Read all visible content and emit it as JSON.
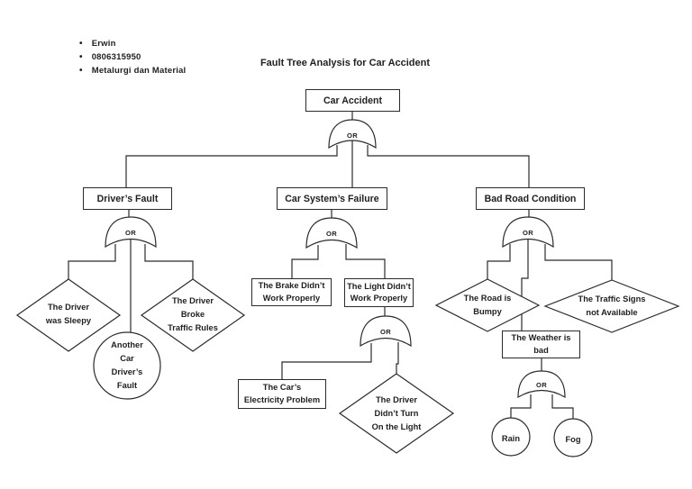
{
  "page": {
    "bullets": [
      "Erwin",
      "0806315950",
      "Metalurgi dan Material"
    ],
    "title": "Fault Tree Analysis for Car Accident",
    "bullet_glyph": "•"
  },
  "gate_label": "OR",
  "nodes": {
    "car_accident": "Car Accident",
    "drivers_fault": "Driver’s Fault",
    "car_system_failure": "Car System’s Failure",
    "bad_road_condition": "Bad Road Condition",
    "driver_sleepy": "The Driver\nwas Sleepy",
    "driver_broke_rules": "The Driver\nBroke\nTraffic Rules",
    "another_car": "Another\nCar\nDriver’s\nFault",
    "brake_failure": "The Brake Didn’t\nWork Properly",
    "light_failure": "The Light Didn’t\nWork Properly",
    "electricity_problem": "The Car’s\nElectricity Problem",
    "driver_no_light": "The Driver\nDidn’t Turn\nOn the Light",
    "road_bumpy": "The Road is\nBumpy",
    "traffic_signs": "The Traffic Signs\nnot Available",
    "weather_bad": "The Weather is\nbad",
    "rain": "Rain",
    "fog": "Fog"
  },
  "colors": {
    "line": "#2b2b2b",
    "text": "#1f1f1f",
    "background": "#ffffff"
  }
}
